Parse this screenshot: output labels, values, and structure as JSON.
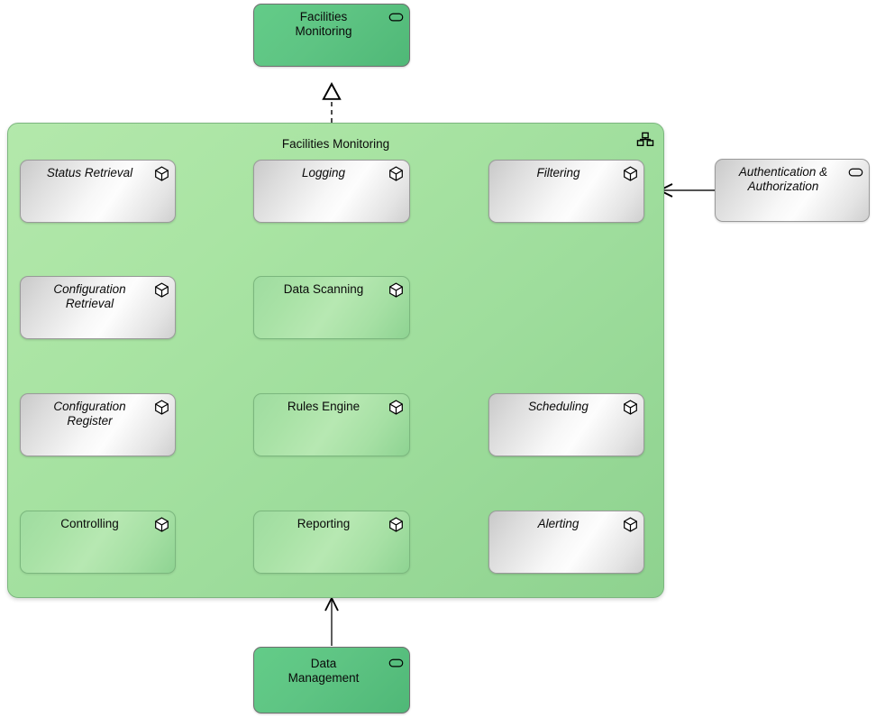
{
  "diagram": {
    "type": "archimate-application-architecture",
    "title": "Facilities Monitoring",
    "colors": {
      "capability_green": "#5ec483",
      "container_green": "#a9e4a3",
      "component_green": "#a9e2a6",
      "component_grey": "#f2f2f2",
      "edge_stroke": "#000000"
    }
  },
  "container": {
    "name": "Facilities Monitoring",
    "icon": "grouping-icon"
  },
  "external_nodes": [
    {
      "id": "facilities-monitoring-service",
      "label": "Facilities\nMonitoring",
      "style": "capability",
      "icon": "rounded-service-icon",
      "italic": false
    },
    {
      "id": "authentication-authorization",
      "label": "Authentication &\nAuthorization",
      "style": "service",
      "icon": "rounded-service-icon",
      "italic": true
    },
    {
      "id": "data-management",
      "label": "Data\nManagement",
      "style": "capability",
      "icon": "rounded-service-icon",
      "italic": false
    }
  ],
  "components": [
    {
      "id": "status-retrieval",
      "label": "Status Retrieval",
      "style": "grey",
      "icon": "component-cube-icon",
      "italic": true
    },
    {
      "id": "logging",
      "label": "Logging",
      "style": "grey",
      "icon": "component-cube-icon",
      "italic": true
    },
    {
      "id": "filtering",
      "label": "Filtering",
      "style": "grey",
      "icon": "component-cube-icon",
      "italic": true
    },
    {
      "id": "configuration-retrieval",
      "label": "Configuration\nRetrieval",
      "style": "grey",
      "icon": "component-cube-icon",
      "italic": true
    },
    {
      "id": "data-scanning",
      "label": "Data Scanning",
      "style": "green",
      "icon": "component-cube-icon",
      "italic": false
    },
    {
      "id": "configuration-register",
      "label": "Configuration\nRegister",
      "style": "grey",
      "icon": "component-cube-icon",
      "italic": true
    },
    {
      "id": "rules-engine",
      "label": "Rules Engine",
      "style": "green",
      "icon": "component-cube-icon",
      "italic": false
    },
    {
      "id": "scheduling",
      "label": "Scheduling",
      "style": "grey",
      "icon": "component-cube-icon",
      "italic": true
    },
    {
      "id": "controlling",
      "label": "Controlling",
      "style": "green",
      "icon": "component-cube-icon",
      "italic": false
    },
    {
      "id": "reporting",
      "label": "Reporting",
      "style": "green",
      "icon": "component-cube-icon",
      "italic": false
    },
    {
      "id": "alerting",
      "label": "Alerting",
      "style": "grey",
      "icon": "component-cube-icon",
      "italic": true
    }
  ],
  "relationships": [
    {
      "from": "container",
      "to": "facilities-monitoring-service",
      "type": "realization",
      "arrow": "hollow-triangle",
      "line": "dashed"
    },
    {
      "from": "status-retrieval",
      "to": "data-scanning",
      "type": "flow",
      "arrow": "open",
      "line": "solid"
    },
    {
      "from": "configuration-retrieval",
      "to": "data-scanning",
      "type": "flow",
      "arrow": "open",
      "line": "solid"
    },
    {
      "from": "logging",
      "to": "data-scanning",
      "type": "flow",
      "arrow": "open",
      "line": "solid"
    },
    {
      "from": "filtering",
      "to": "data-scanning",
      "type": "flow",
      "arrow": "open",
      "line": "solid"
    },
    {
      "from": "authentication-authorization",
      "to": "filtering",
      "type": "serving",
      "arrow": "open",
      "line": "solid"
    },
    {
      "from": "data-scanning",
      "to": "rules-engine",
      "type": "flow",
      "arrow": "open",
      "line": "solid"
    },
    {
      "from": "configuration-register",
      "to": "rules-engine",
      "type": "flow",
      "arrow": "open",
      "line": "solid"
    },
    {
      "from": "scheduling",
      "to": "rules-engine",
      "type": "triggering",
      "arrow": "filled",
      "line": "solid"
    },
    {
      "from": "alerting",
      "to": "rules-engine",
      "type": "flow",
      "arrow": "open",
      "line": "solid"
    },
    {
      "from": "alerting",
      "to": "reporting",
      "type": "triggering",
      "arrow": "filled",
      "line": "solid"
    },
    {
      "from": "reporting",
      "to": "rules-engine",
      "type": "flow",
      "arrow": "open",
      "line": "solid"
    },
    {
      "from": "data-management",
      "to": "container",
      "type": "serving",
      "arrow": "open",
      "line": "solid"
    }
  ]
}
